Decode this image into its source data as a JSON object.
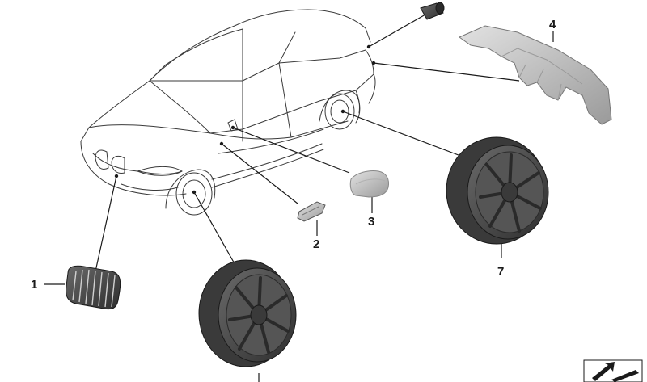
{
  "callouts": [
    {
      "id": "1",
      "label": "1"
    },
    {
      "id": "2",
      "label": "2"
    },
    {
      "id": "3",
      "label": "3"
    },
    {
      "id": "4",
      "label": "4"
    },
    {
      "id": "7",
      "label": "7"
    }
  ],
  "parts": {
    "grille": "kidney-grille",
    "side_marker": "side-repeater",
    "mirror_cap": "mirror-cap",
    "diffuser": "rear-diffuser",
    "tailpipe": "exhaust-tip",
    "wheel_front": "wheel-rim",
    "wheel_rear": "wheel-rim"
  },
  "colors": {
    "line": "#1a1a1a",
    "car_outline": "#3a3a3a",
    "wheel_dark": "#4a4a4a",
    "part_light": "#c8c8c8"
  },
  "icons": [
    "arrow-icon"
  ]
}
